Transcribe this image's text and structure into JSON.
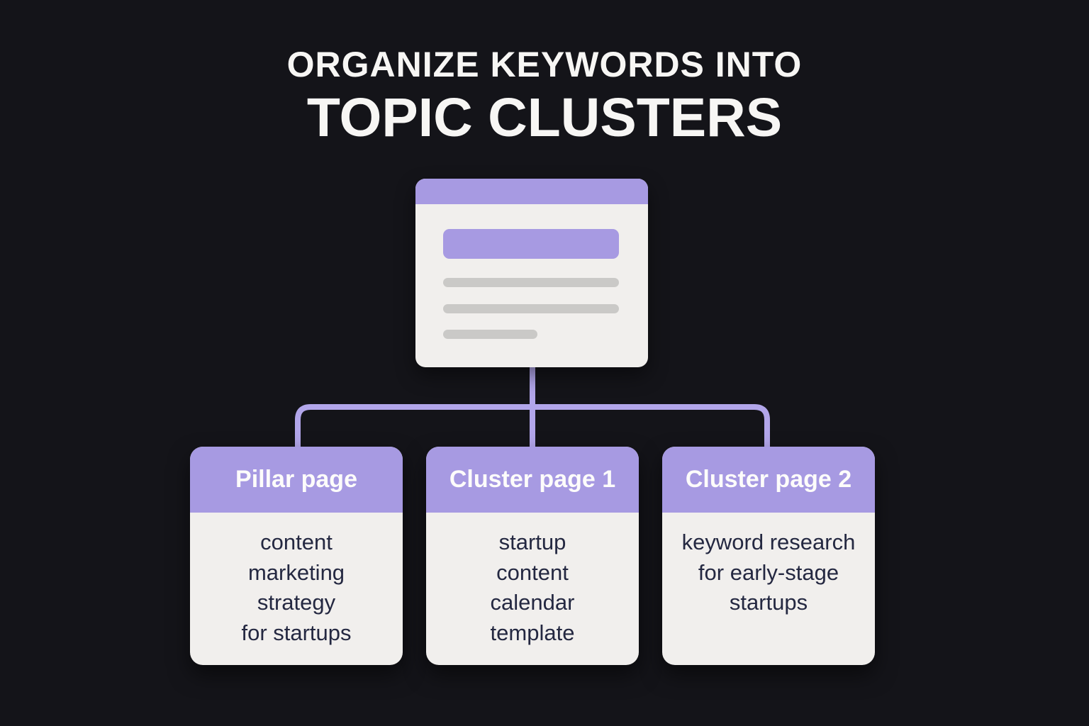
{
  "title": {
    "line1": "ORGANIZE KEYWORDS INTO",
    "line2": "TOPIC CLUSTERS"
  },
  "cards": [
    {
      "header": "Pillar page",
      "body_lines": [
        "content",
        "marketing",
        "strategy",
        "for startups"
      ]
    },
    {
      "header": "Cluster page 1",
      "body_lines": [
        "startup",
        "content",
        "calendar",
        "template"
      ]
    },
    {
      "header": "Cluster page 2",
      "body_lines": [
        "keyword research",
        "for early-stage",
        "startups"
      ]
    }
  ],
  "colors": {
    "background": "#141419",
    "title_text": "#f7f6f4",
    "accent_purple": "#a79ae2",
    "connector_purple": "#b2a6ea",
    "card_body": "#f1efed",
    "placeholder_gray": "#cac9c7",
    "body_text": "#242841",
    "header_text": "#fdfcfb"
  }
}
